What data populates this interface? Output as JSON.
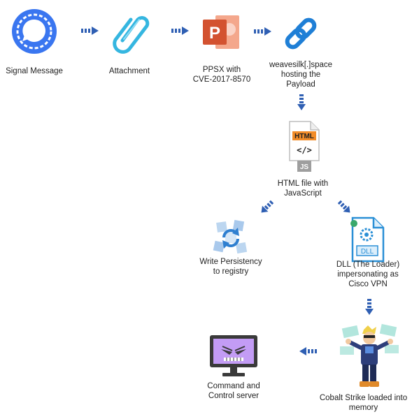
{
  "nodes": {
    "signal": {
      "label": "Signal Message",
      "icon": "signal-chat-icon"
    },
    "attachment": {
      "label": "Attachment",
      "icon": "paperclip-icon"
    },
    "ppsx": {
      "label": "PPSX with\nCVE-2017-8570",
      "icon": "powerpoint-icon",
      "glyph": "P"
    },
    "link": {
      "label": "weavesilk[.]space\nhosting the\nPayload",
      "icon": "chain-link-icon"
    },
    "html": {
      "label": "HTML file with\nJavaScript",
      "icon": "html-js-file-icon",
      "badge": "HTML",
      "sublabel": "JS"
    },
    "persistence": {
      "label": "Write Persistency\nto registry",
      "icon": "registry-refresh-icon"
    },
    "dll": {
      "label": "DLL (The Loader)\nimpersonating as\nCisco VPN",
      "icon": "dll-file-icon",
      "badge": "DLL"
    },
    "cobalt": {
      "label": "Cobalt Strike loaded into\nmemory",
      "icon": "cobalt-strike-hacker-icon"
    },
    "c2": {
      "label": "Command and\nControl server",
      "icon": "c2-monitor-icon"
    }
  },
  "colors": {
    "arrow": "#2f5fb3",
    "signal_blue": "#3a76f0",
    "paperclip": "#35b6e0",
    "powerpoint": "#d35230",
    "chain": "#1f7fd6",
    "html_badge": "#f28c28",
    "dll_blue": "#2a8fd6",
    "monitor_screen": "#c39cf5"
  }
}
